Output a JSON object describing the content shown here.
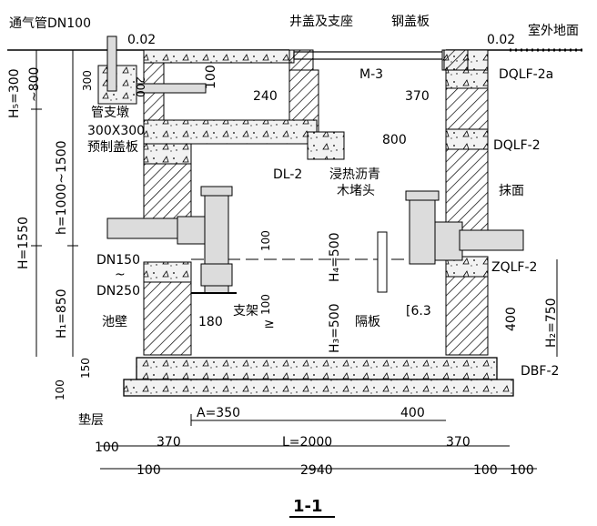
{
  "colors": {
    "line": "#000000",
    "pipe": "#dcdcdc",
    "concrete": "#f2f2f2",
    "background": "#ffffff"
  },
  "labels": {
    "vent_pipe": "通气管DN100",
    "slope_left": "0.02",
    "cover_seat": "井盖及支座",
    "steel_cover": "钢盖板",
    "slope_right": "0.02",
    "outdoor_ground": "室外地面",
    "m3": "M-3",
    "d240": "240",
    "d100_top": "100",
    "d370_right": "370",
    "dqlf2a": "DQLF-2a",
    "pipe_support_pier": "管支墩",
    "support_size": "300X300",
    "precast_slab": "预制盖板",
    "d800": "800",
    "dqlf2": "DQLF-2",
    "dl2": "DL-2",
    "asphalt": "浸热沥青",
    "wood_plug": "木堵头",
    "plaster": "抹面",
    "dn150": "DN150",
    "tilde": "~",
    "dn250": "DN250",
    "d100_mid": "100",
    "d100_low": "100",
    "geq": "≥",
    "zqlf2": "ZQLF-2",
    "d180": "180",
    "bracket": "支架",
    "c63": "[6.3",
    "partition": "隔板",
    "d400_right": "400",
    "pool_wall": "池壁",
    "dbf2": "DBF-2",
    "cushion": "垫层",
    "a350": "A=350",
    "d400_bottom": "400",
    "l2000": "L=2000",
    "d370_left": "370",
    "d370_rb": "370",
    "d100_bl": "100",
    "d100_b1": "100",
    "d2940": "2940",
    "d100_b2": "100",
    "d100_b3": "100",
    "v150": "150",
    "v100": "100",
    "section": "1-1",
    "h5": "H₅=300",
    "h5_range": "~800",
    "h_range": "h=1000~1500",
    "h1550": "H=1550",
    "h1_850": "H₁=850",
    "h4_500": "H₄=500",
    "h3_500": "H₃=500",
    "h2_750": "H₂=750",
    "d200": "200",
    "d300": "300"
  }
}
